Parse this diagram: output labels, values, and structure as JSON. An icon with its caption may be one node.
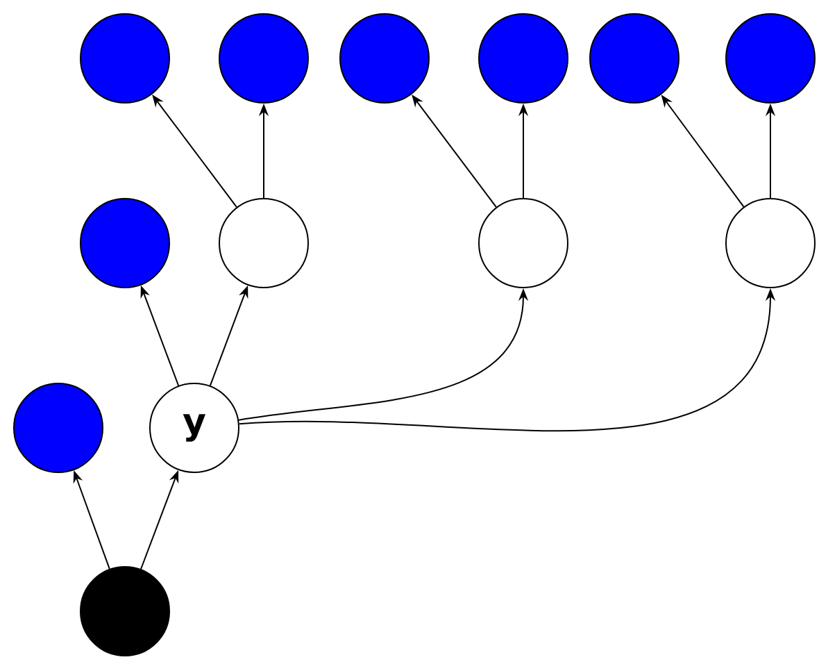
{
  "diagram": {
    "nodes": [
      {
        "text": [],
        "shape": "circle"
      },
      {
        "text": [],
        "shape": "circle"
      },
      {
        "text": [],
        "shape": "circle"
      },
      {
        "text": [],
        "shape": "circle"
      },
      {
        "text": [],
        "shape": "circle"
      },
      {
        "text": [],
        "shape": "circle"
      },
      {
        "text": [],
        "shape": "circle"
      },
      {
        "text": [],
        "shape": "circle"
      },
      {
        "text": [],
        "shape": "circle"
      },
      {
        "text": [],
        "shape": "circle"
      },
      {
        "text": [],
        "shape": "circle"
      },
      {
        "text": [
          "y"
        ]
      },
      {
        "text": [],
        "shape": "circle"
      }
    ],
    "edges": [
      {
        "from": 12,
        "to": 10,
        "arrow": "to"
      },
      {
        "from": 12,
        "to": 11,
        "arrow": "to"
      },
      {
        "from": 11,
        "to": 6,
        "arrow": "to"
      },
      {
        "from": 11,
        "to": 7,
        "arrow": "to"
      },
      {
        "from": 11,
        "to": 8,
        "arrow": "to"
      },
      {
        "from": 11,
        "to": 9,
        "arrow": "to"
      },
      {
        "from": 7,
        "to": 0,
        "arrow": "to"
      },
      {
        "from": 7,
        "to": 1,
        "arrow": "to"
      },
      {
        "from": 8,
        "to": 2,
        "arrow": "to"
      },
      {
        "from": 8,
        "to": 3,
        "arrow": "to"
      },
      {
        "from": 9,
        "to": 4,
        "arrow": "to"
      },
      {
        "from": 9,
        "to": 5,
        "arrow": "to"
      }
    ]
  }
}
